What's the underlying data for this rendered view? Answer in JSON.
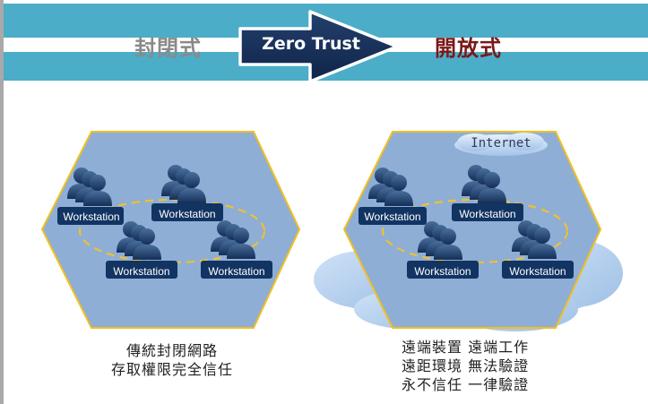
{
  "banner": {
    "closed_label": "封閉式",
    "arrow_label": "Zero Trust",
    "open_label": "開放式"
  },
  "left_network": {
    "workstations": [
      "Workstation",
      "Workstation",
      "Workstation",
      "Workstation"
    ],
    "caption_lines": [
      "傳統封閉網路",
      "存取權限完全信任"
    ]
  },
  "right_network": {
    "internet_label": "Internet",
    "workstations": [
      "Workstation",
      "Workstation",
      "Workstation",
      "Workstation"
    ],
    "caption_lines": [
      "遠端裝置 遠端工作",
      "遠距環境 無法驗證",
      "永不信任 一律驗證"
    ]
  },
  "colors": {
    "banner": "#4badc8",
    "hexagon_fill": "#8eaed6",
    "hexagon_border": "#f0c020",
    "cloud": "#a9c9ec",
    "label_box": "#123462",
    "ring": "#f0c030",
    "closed_text": "#8a8a8a",
    "open_text": "#7a1818"
  }
}
